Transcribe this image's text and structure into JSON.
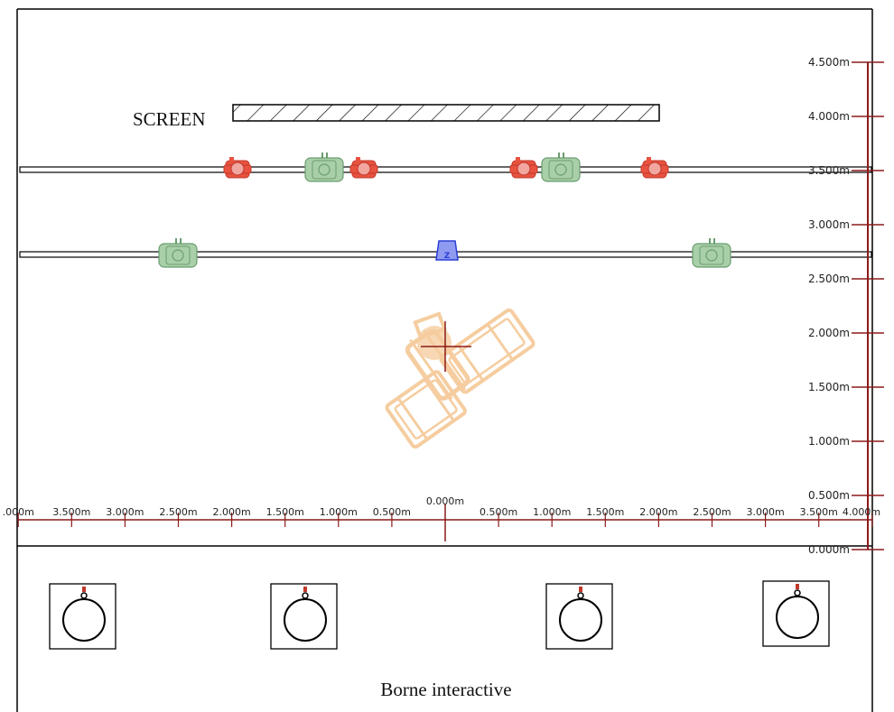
{
  "screen": {
    "label": "SCREEN"
  },
  "kiosk": {
    "label": "Borne interactive",
    "count": 4
  },
  "vertical_scale": {
    "labels": [
      "4.500m",
      "4.000m",
      "3.500m",
      "3.000m",
      "2.500m",
      "2.000m",
      "1.500m",
      "1.000m",
      "0.500m",
      "0.000m"
    ]
  },
  "horizontal_scale": {
    "left_labels": [
      ".000m",
      "3.500m",
      "3.000m",
      "2.500m",
      "2.000m",
      "1.500m",
      "1.000m",
      "0.500m"
    ],
    "center_label": "0.000m",
    "right_labels": [
      "0.500m",
      "1.000m",
      "1.500m",
      "2.000m",
      "2.500m",
      "3.000m",
      "3.500m",
      "4.000m"
    ]
  },
  "truss_rails": {
    "upper": {
      "height_m": 3.5
    },
    "lower": {
      "height_m": 2.75
    }
  },
  "fixtures": {
    "upper_rail": [
      "red-fixture",
      "green-fixture",
      "red-fixture",
      "red-fixture",
      "green-fixture",
      "red-fixture"
    ],
    "lower_rail": [
      "green-fixture",
      "blue-fixture",
      "green-fixture"
    ],
    "blue_fixture_letter": "Z"
  },
  "colors": {
    "scale": "#8b1a1a",
    "red_fixture": "#e8523f",
    "red_fixture_fill": "#f2a6a0",
    "green_fixture": "#6a9d6f",
    "green_fixture_fill": "#a9cfa9",
    "blue_fixture": "#2b3fd6",
    "blue_fixture_fill": "#8f9bf0",
    "robot_sketch": "#f5c896",
    "crosshair": "#8b1a1a"
  }
}
